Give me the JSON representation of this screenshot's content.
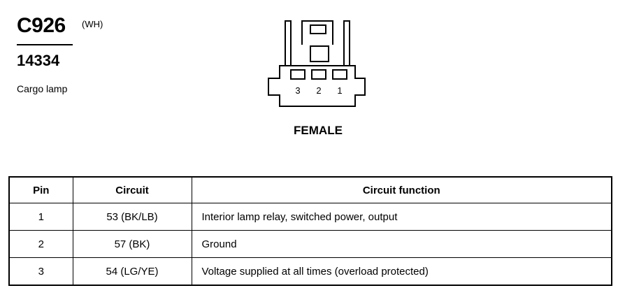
{
  "connector": {
    "id": "C926",
    "color_code": "(WH)",
    "part_number": "14334",
    "description": "Cargo lamp",
    "gender": "FEMALE",
    "pin_labels": [
      "3",
      "2",
      "1"
    ]
  },
  "table": {
    "headers": [
      "Pin",
      "Circuit",
      "Circuit function"
    ],
    "rows": [
      {
        "pin": "1",
        "circuit": "53 (BK/LB)",
        "function": "Interior lamp relay, switched power, output"
      },
      {
        "pin": "2",
        "circuit": "57 (BK)",
        "function": "Ground"
      },
      {
        "pin": "3",
        "circuit": "54 (LG/YE)",
        "function": "Voltage supplied at all times (overload protected)"
      }
    ]
  }
}
